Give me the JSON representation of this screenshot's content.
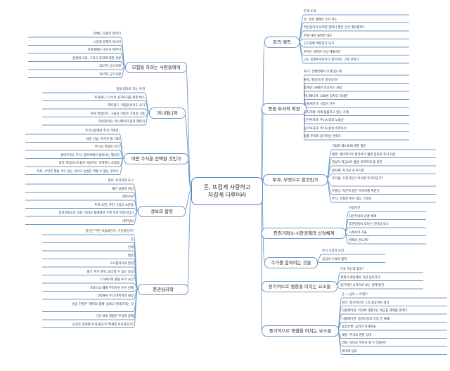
{
  "center": {
    "line1": "돈, 뜨겁게 사랑하고",
    "line2": "차갑게 다루어라"
  },
  "branches": [
    {
      "label": "돈의 매력",
      "side": "right",
      "items": [
        "돈과 도덕",
        "돈: 자유 세계의 가치 척도",
        "박탄장자가 되려면 얼마나 많은 돈이 필요할까?",
        "돈에 대한 올바른 태도",
        "단기간에 백만장자 되기",
        "투자는 과학이 아닌 예술이다",
        "나는 증권투자자이고 앞으로도 그럴 것이다."
      ]
    },
    {
      "label": "증권 투자의 확정",
      "side": "right",
      "items": [
        "투기: 전쟁터에서 오래 있도록",
        "투자, 할것인가? 말것인가?",
        "증개인: 씨때만 인공이는 사람",
        "머니메니저: 100번 일치의 자세한",
        "공을자분가: 시점이 큰손",
        "치자거래: 미래 볼륨하고 있는 거래",
        "단기투자자: 주식시장의 노름꾼",
        "장기투자자: 주식시장의 마라토너",
        "승률 투자와 장기적인 전략가"
      ]
    },
    {
      "label": "투자, 무엇으로 할것인가",
      "side": "right",
      "items": [
        "기업파 레스토에 대한 질문",
        "채권: 결비적으로 생각보다 훨씬 중요한 투자 대상",
        "엔날이 적금보다 훨씬 유익하게 볼 리한",
        "원자재: 투기꾼 내 투기꾼",
        "유가물: 수집가인가 아니면 투자자인가?",
        "투플선: 자본이 많은 투자자를 위한것",
        "주식: 진정한 투자 대상 그자체"
      ]
    },
    {
      "label": "증권거래소-시장경제의 신경체계",
      "side": "right",
      "items": [
        "탄생시간",
        "자본주의의 신경 체계",
        "증권인들이 모이는 만남의 장소",
        "시계사의 거울",
        "경제의 온도계?"
      ]
    },
    {
      "label": "주가를 움직이는 것들",
      "side": "right",
      "items": [
        "주식 시장의 논리",
        "공급과 수요의 법칙"
      ]
    },
    {
      "label": "장기적으로 영향을 미치는 요소들",
      "side": "right",
      "items": [
        "단조 하는데 접조?",
        "경제가 세상에서 가장 중요하다",
        "장기적인 시각으로 보는 경제 발전"
      ]
    },
    {
      "label": "중기적으로 영향을 미치는 요소들",
      "side": "right",
      "items": [
        "돈 + 심리 = 트렌드",
        "경기: 통기적으로 그리 중요하지 않다",
        "인플레이션: 이것에 대항하는 세금을 해제를 준비다",
        "디플레이션: 증권시장의 가장 큰 재해",
        "중앙은행: 금리의 독재자들",
        "채권: 주식의 영원 상대",
        "외화: 달러로 부자가 될 수 있을까?",
        "테크레 심리"
      ]
    },
    {
      "label": "모험을 하려는 사람들에게",
      "side": "left",
      "items": [
        "분배도 모험의 일부다",
        "시간의 문제가 아니다",
        "유명세에는 대가가 따른다",
        "증권의 사장, 그리고 증권에 대한 사랑",
        "10가지 금고사항",
        "10가지 금기사항"
      ]
    },
    {
      "label": "머니매니저",
      "side": "left",
      "items": [
        "일의 원조로 하는 투자",
        "투자펀드: 다수의 장기투자를 위한 버스",
        "헤지펀드: 마왕인로토도 사기",
        "투자 컨설턴트: 고들의 기름은 고객의 고통",
        "자산관리사: 머니매니저 중의 제안사"
      ]
    },
    {
      "label": "어떤 주식을 선택할 것인가",
      "side": "left",
      "items": [
        "주식시장에서 주식 거래료:",
        "성장 산업: 투기가 될 기회",
        "주식의 적정한 가격",
        "원어주로도 주식: 장마까에서 살아나는 별사조",
        "증권 게임리스트들이 사용하는 리액젼드 조합들",
        "저희, 수익은 많을 수도 있는 것이고 손실은 피할 수 없는 것이다."
      ]
    },
    {
      "label": "정보의 함정",
      "side": "left",
      "items": [
        "정보: 투자자의 요구",
        "패러 공룡의 원상",
        "정보사냥",
        "투자 조언, 추천 그리고 소문들",
        "증권거래소의 가중: 유대교 할레에서 수택 하게 이름가입다",
        "내부정보"
      ]
    },
    {
      "label": "증권심리학",
      "side": "left",
      "items": [
        "당신은 부른 브들라인가, 수신자인가?",
        "돈",
        "인내",
        "행운",
        "코스톨라니의 달걀",
        "블크 주가 폭락: 묘라질 수 없는 동정",
        "1749가의 폴랄 투기 사건",
        "프랑스의 폐를 부퍼트린 수찬 현재",
        "1929년 주식 대폭락의 원형",
        "성공 전략은 '매력의 경제' 승화고 반대로하는 것",
        "그건 바로 명랑한 주장의 광패",
        "당신은 길세형 투자자인가? 백세형 투자자인가?"
      ]
    }
  ]
}
